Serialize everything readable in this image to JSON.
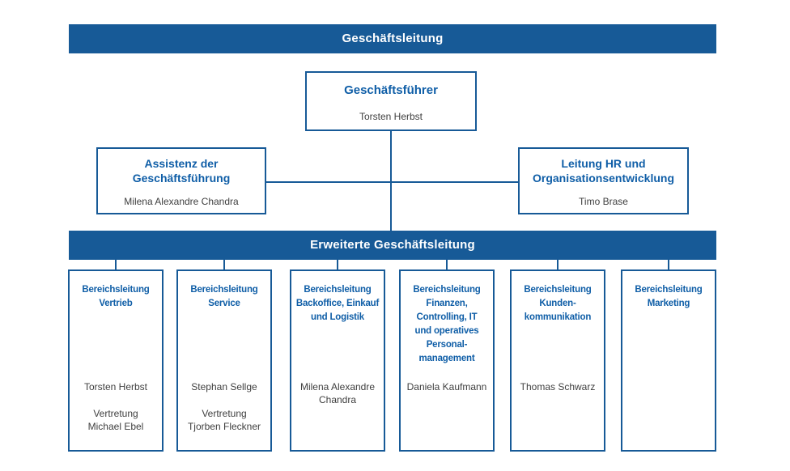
{
  "colors": {
    "primary": "#175a97",
    "heading_text": "#0f5ea7",
    "name_text": "#3f3f3f"
  },
  "top_bar": {
    "label": "Geschäftsleitung"
  },
  "ceo_box": {
    "title": "Geschäftsführer",
    "name": "Torsten Herbst"
  },
  "assistant_box": {
    "title_lines": [
      "Assistenz der",
      "Geschäftsführung"
    ],
    "name": "Milena Alexandre Chandra"
  },
  "hr_box": {
    "title_lines": [
      "Leitung HR und",
      "Organisationsentwicklung"
    ],
    "name": "Timo Brase"
  },
  "extended_bar": {
    "label": "Erweiterte Geschäftsleitung"
  },
  "departments": [
    {
      "title_lines": [
        "Bereichsleitung",
        "Vertrieb"
      ],
      "name_lines": [
        "Torsten Herbst"
      ],
      "deputy_label": "Vertretung",
      "deputy_name": "Michael Ebel"
    },
    {
      "title_lines": [
        "Bereichsleitung",
        "Service"
      ],
      "name_lines": [
        "Stephan Sellge"
      ],
      "deputy_label": "Vertretung",
      "deputy_name": "Tjorben Fleckner"
    },
    {
      "title_lines": [
        "Bereichsleitung",
        "Backoffice, Einkauf",
        "und Logistik"
      ],
      "name_lines": [
        "Milena Alexandre",
        "Chandra"
      ]
    },
    {
      "title_lines": [
        "Bereichsleitung",
        "Finanzen,",
        "Controlling, IT",
        "und operatives",
        "Personal-",
        "management"
      ],
      "name_lines": [
        "Daniela Kaufmann"
      ]
    },
    {
      "title_lines": [
        "Bereichsleitung",
        "Kunden-",
        "kommunikation"
      ],
      "name_lines": [
        "Thomas Schwarz"
      ]
    },
    {
      "title_lines": [
        "Bereichsleitung",
        "Marketing"
      ]
    }
  ]
}
